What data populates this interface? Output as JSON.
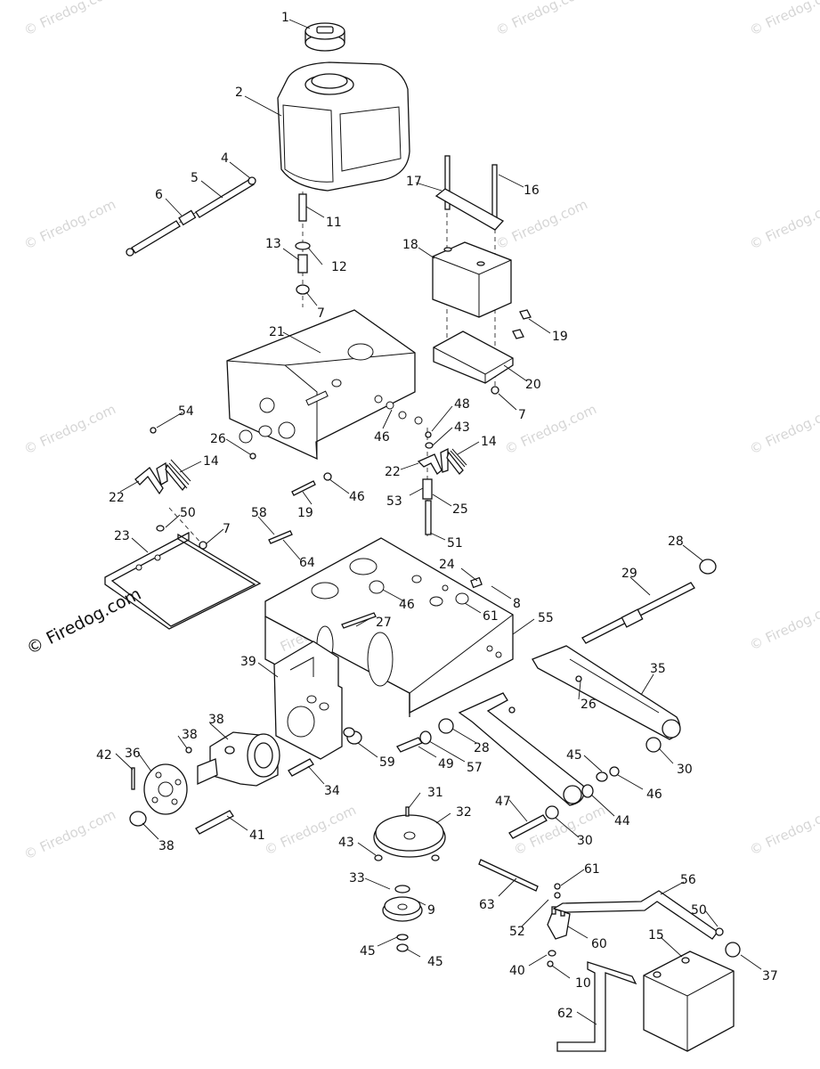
{
  "watermark": {
    "text": "© Firedog.com"
  },
  "callouts": [
    {
      "id": "c1",
      "text": "1"
    },
    {
      "id": "c2",
      "text": "2"
    },
    {
      "id": "c4",
      "text": "4"
    },
    {
      "id": "c5",
      "text": "5"
    },
    {
      "id": "c6",
      "text": "6"
    },
    {
      "id": "c11",
      "text": "11"
    },
    {
      "id": "c13",
      "text": "13"
    },
    {
      "id": "c12",
      "text": "12"
    },
    {
      "id": "c7a",
      "text": "7"
    },
    {
      "id": "c16",
      "text": "16"
    },
    {
      "id": "c17",
      "text": "17"
    },
    {
      "id": "c18a",
      "text": "18"
    },
    {
      "id": "c19a",
      "text": "19"
    },
    {
      "id": "c20",
      "text": "20"
    },
    {
      "id": "c7b",
      "text": "7"
    },
    {
      "id": "c21",
      "text": "21"
    },
    {
      "id": "c48",
      "text": "48"
    },
    {
      "id": "c46a",
      "text": "46"
    },
    {
      "id": "c43a",
      "text": "43"
    },
    {
      "id": "c54",
      "text": "54"
    },
    {
      "id": "c26a",
      "text": "26"
    },
    {
      "id": "c14a",
      "text": "14"
    },
    {
      "id": "c14b",
      "text": "14"
    },
    {
      "id": "c22a",
      "text": "22"
    },
    {
      "id": "c22b",
      "text": "22"
    },
    {
      "id": "c53",
      "text": "53"
    },
    {
      "id": "c25",
      "text": "25"
    },
    {
      "id": "c19b",
      "text": "19"
    },
    {
      "id": "c46b",
      "text": "46"
    },
    {
      "id": "c51",
      "text": "51"
    },
    {
      "id": "c50a",
      "text": "50"
    },
    {
      "id": "c7c",
      "text": "7"
    },
    {
      "id": "c23",
      "text": "23"
    },
    {
      "id": "c58",
      "text": "58"
    },
    {
      "id": "c64",
      "text": "64"
    },
    {
      "id": "c24",
      "text": "24"
    },
    {
      "id": "c8",
      "text": "8"
    },
    {
      "id": "c28a",
      "text": "28"
    },
    {
      "id": "c29",
      "text": "29"
    },
    {
      "id": "c46c",
      "text": "46"
    },
    {
      "id": "c27",
      "text": "27"
    },
    {
      "id": "c61a",
      "text": "61"
    },
    {
      "id": "c55",
      "text": "55"
    },
    {
      "id": "c35",
      "text": "35"
    },
    {
      "id": "c26b",
      "text": "26"
    },
    {
      "id": "c39",
      "text": "39"
    },
    {
      "id": "c38a",
      "text": "38"
    },
    {
      "id": "c38b",
      "text": "38"
    },
    {
      "id": "c42",
      "text": "42"
    },
    {
      "id": "c36",
      "text": "36"
    },
    {
      "id": "c38c",
      "text": "38"
    },
    {
      "id": "c41",
      "text": "41"
    },
    {
      "id": "c34",
      "text": "34"
    },
    {
      "id": "c59",
      "text": "59"
    },
    {
      "id": "c49",
      "text": "49"
    },
    {
      "id": "c57",
      "text": "57"
    },
    {
      "id": "c28b",
      "text": "28"
    },
    {
      "id": "c45a",
      "text": "45"
    },
    {
      "id": "c46d",
      "text": "46"
    },
    {
      "id": "c30a",
      "text": "30"
    },
    {
      "id": "c44",
      "text": "44"
    },
    {
      "id": "c47",
      "text": "47"
    },
    {
      "id": "c30b",
      "text": "30"
    },
    {
      "id": "c31",
      "text": "31"
    },
    {
      "id": "c32",
      "text": "32"
    },
    {
      "id": "c43b",
      "text": "43"
    },
    {
      "id": "c33",
      "text": "33"
    },
    {
      "id": "c9",
      "text": "9"
    },
    {
      "id": "c45b",
      "text": "45"
    },
    {
      "id": "c45c",
      "text": "45"
    },
    {
      "id": "c61b",
      "text": "61"
    },
    {
      "id": "c56",
      "text": "56"
    },
    {
      "id": "c63",
      "text": "63"
    },
    {
      "id": "c52",
      "text": "52"
    },
    {
      "id": "c60",
      "text": "60"
    },
    {
      "id": "c50b",
      "text": "50"
    },
    {
      "id": "c15",
      "text": "15"
    },
    {
      "id": "c37",
      "text": "37"
    },
    {
      "id": "c40",
      "text": "40"
    },
    {
      "id": "c10",
      "text": "10"
    },
    {
      "id": "c62",
      "text": "62"
    }
  ]
}
